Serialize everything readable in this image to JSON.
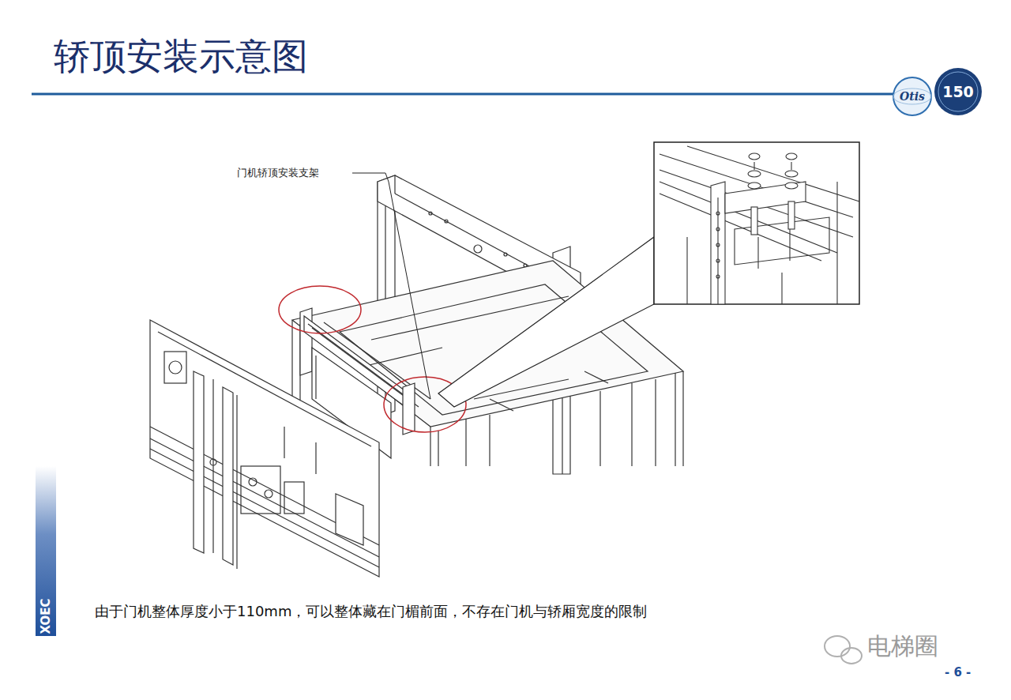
{
  "diagram": {
    "title": "轿顶安装示意图",
    "caption": "由于门机整体厚度小于110mm，可以整体藏在门楣前面，不存在门机与轿厢宽度的限制",
    "labels": [
      "门机轿顶安装支架",
      "XOEC",
      "电梯圈",
      "- 6 -",
      "Otis",
      "150"
    ]
  }
}
